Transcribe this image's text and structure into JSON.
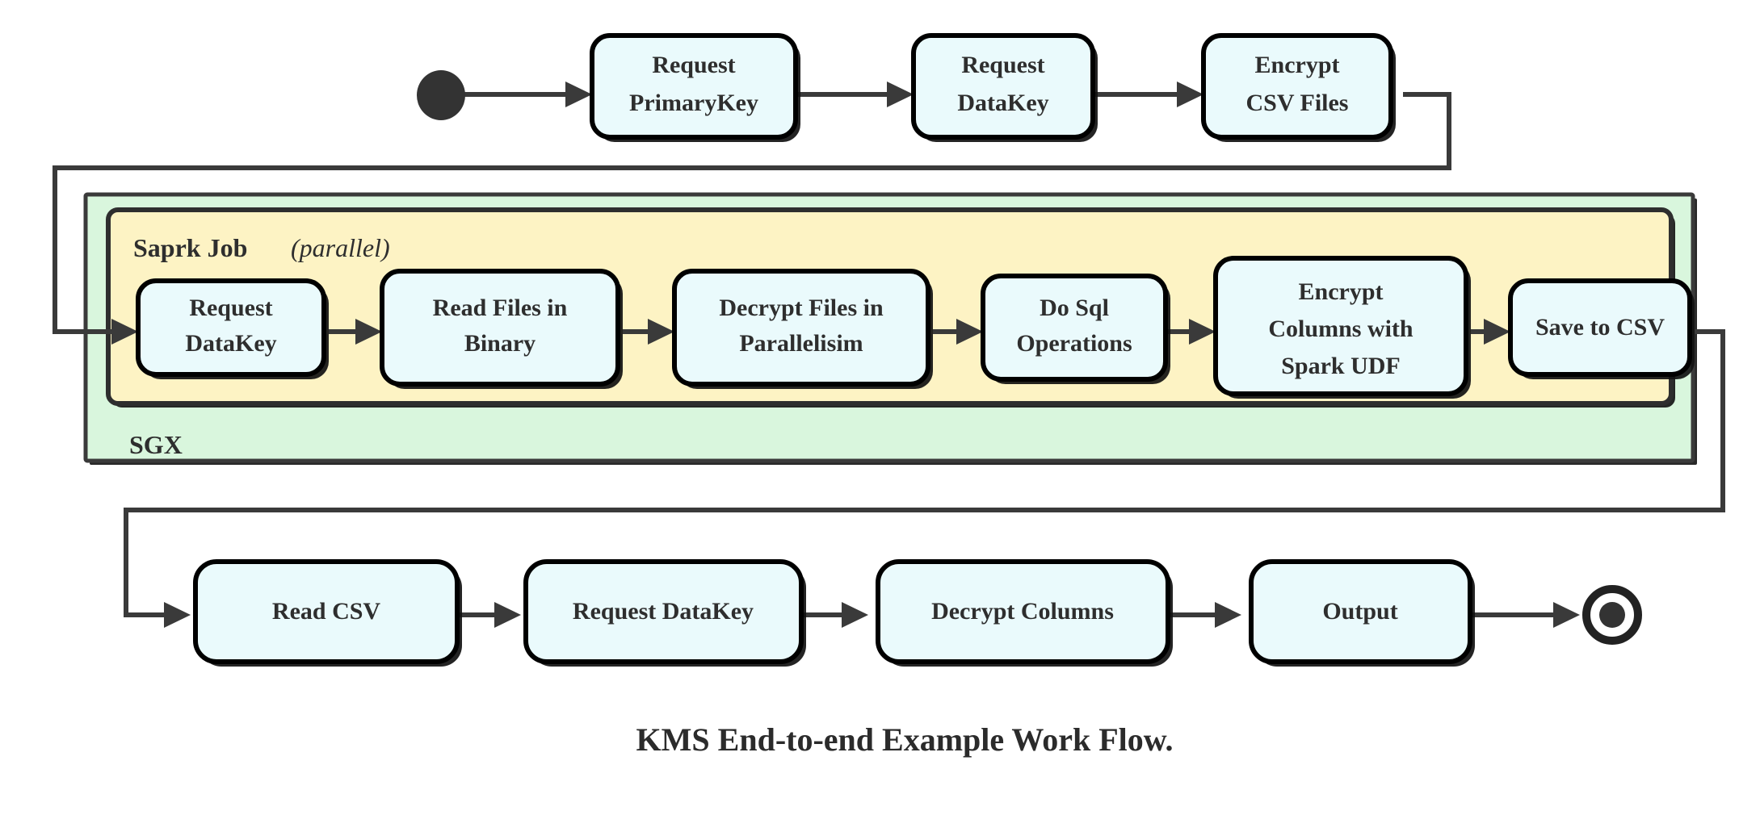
{
  "diagram": {
    "caption": "KMS End-to-end Example Work Flow.",
    "colors": {
      "node_fill": "#eafafc",
      "node_stroke": "#000000",
      "sgx_fill": "#d9f6dd",
      "spark_fill": "#fdf3c4",
      "edge": "#3a3a3a",
      "text": "#2e2e2e"
    },
    "groups": {
      "sgx": {
        "label": "SGX"
      },
      "spark": {
        "label": "Saprk Job",
        "modifier": "(parallel)"
      }
    },
    "markers": {
      "start": "start-node",
      "end": "end-node"
    },
    "rows": {
      "top": {
        "nodes": [
          {
            "id": "request-primarykey",
            "lines": [
              "Request",
              "PrimaryKey"
            ]
          },
          {
            "id": "request-datakey-top",
            "lines": [
              "Request",
              "DataKey"
            ]
          },
          {
            "id": "encrypt-csv-files",
            "lines": [
              "Encrypt",
              "CSV Files"
            ]
          }
        ]
      },
      "middle": {
        "nodes": [
          {
            "id": "request-datakey-spark",
            "lines": [
              "Request",
              "DataKey"
            ]
          },
          {
            "id": "read-files-in-binary",
            "lines": [
              "Read Files in",
              "Binary"
            ]
          },
          {
            "id": "decrypt-files-in-parallelisim",
            "lines": [
              "Decrypt Files in",
              "Parallelisim"
            ]
          },
          {
            "id": "do-sql-operations",
            "lines": [
              "Do Sql",
              "Operations"
            ]
          },
          {
            "id": "encrypt-columns-with-spark-udf",
            "lines": [
              "Encrypt",
              "Columns with",
              "Spark UDF"
            ]
          },
          {
            "id": "save-to-csv",
            "lines": [
              "Save to CSV"
            ]
          }
        ]
      },
      "bottom": {
        "nodes": [
          {
            "id": "read-csv",
            "lines": [
              "Read CSV"
            ]
          },
          {
            "id": "request-datakey-bottom",
            "lines": [
              "Request DataKey"
            ]
          },
          {
            "id": "decrypt-columns",
            "lines": [
              "Decrypt Columns"
            ]
          },
          {
            "id": "output",
            "lines": [
              "Output"
            ]
          }
        ]
      }
    }
  }
}
